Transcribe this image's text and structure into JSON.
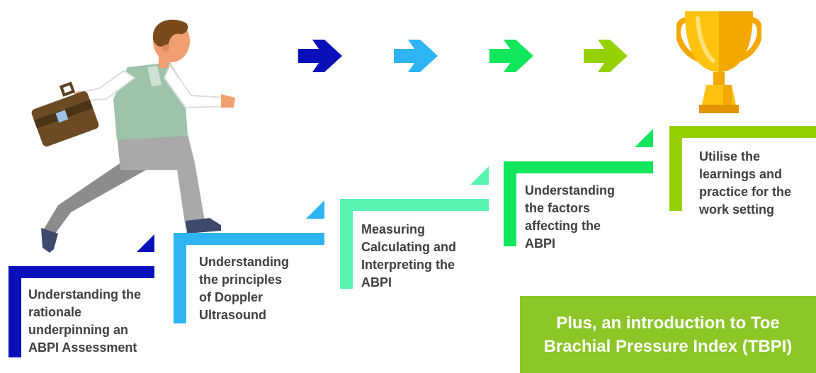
{
  "colors": {
    "step1": "#0a10b9",
    "step2": "#2cb4f3",
    "step3": "#58f5b1",
    "step4": "#11e65d",
    "step5": "#97d000",
    "plus_box": "#8cc627",
    "text": "#3f3f3f"
  },
  "steps": [
    {
      "lines": [
        "Understanding the",
        "rationale",
        "underpinning an",
        "ABPI Assessment"
      ]
    },
    {
      "lines": [
        "Understanding",
        "the principles",
        "of Doppler",
        "Ultrasound"
      ]
    },
    {
      "lines": [
        "Measuring",
        "Calculating and",
        "Interpreting the",
        "ABPI"
      ]
    },
    {
      "lines": [
        "Understanding",
        "the factors",
        "affecting the",
        "ABPI"
      ]
    },
    {
      "lines": [
        "Utilise the",
        "learnings and",
        "practice for the",
        "work setting"
      ]
    }
  ],
  "plus": {
    "lines": [
      "Plus, an introduction to Toe",
      "Brachial Pressure Index (TBPI)"
    ]
  },
  "icons": [
    "running-businessman-icon",
    "arrow-right-icon",
    "trophy-icon"
  ]
}
